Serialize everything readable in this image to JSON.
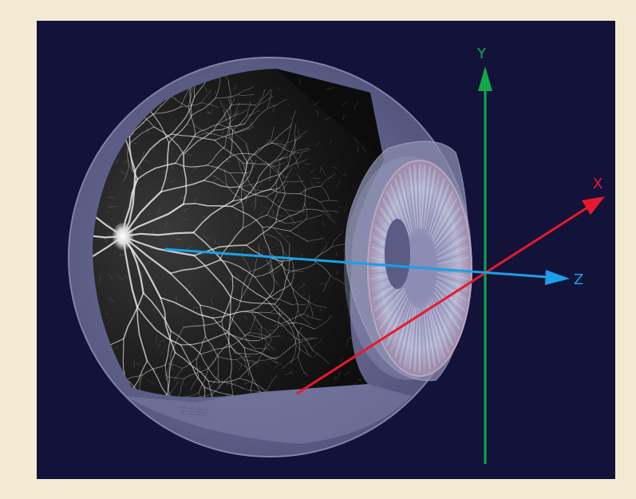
{
  "axes": {
    "x": {
      "label": "X",
      "color": "#e8192c"
    },
    "y": {
      "label": "Y",
      "color": "#12a84a"
    },
    "z": {
      "label": "Z",
      "color": "#1aa0e8"
    }
  },
  "colors": {
    "background": "#13133a",
    "frame": "#f3ead4",
    "sclera": "#6d6f98",
    "retina": "#141414",
    "vessels": "#f0f0f0",
    "iris": "#a8a8c8",
    "cornea": "#8a8cad"
  },
  "icons": [
    "eyeball-model",
    "retina-vessel-map",
    "iris-ring",
    "axis-arrow-x",
    "axis-arrow-y",
    "axis-arrow-z"
  ]
}
